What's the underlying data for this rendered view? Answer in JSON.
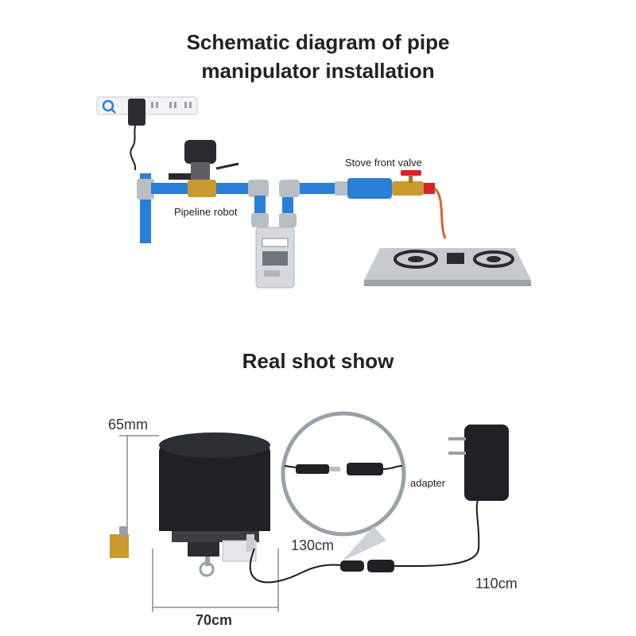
{
  "titles": {
    "line1": "Schematic diagram of pipe",
    "line2": "manipulator installation",
    "real_shot": "Real shot show"
  },
  "schematic": {
    "pipeline_robot_label": "Pipeline robot",
    "stove_valve_label": "Stove front valve",
    "colors": {
      "pipe": "#2a7fd6",
      "pipe_joint": "#b9bec4",
      "brass": "#c99a2e",
      "valve_handle": "#d8232a",
      "hose": "#d9622b",
      "meter": "#d5d8dc"
    }
  },
  "real_shot": {
    "height_label": "65mm",
    "width_label": "70cm",
    "cable1_label": "130cm",
    "cable2_label": "110cm",
    "adapter_label": "adapter"
  }
}
